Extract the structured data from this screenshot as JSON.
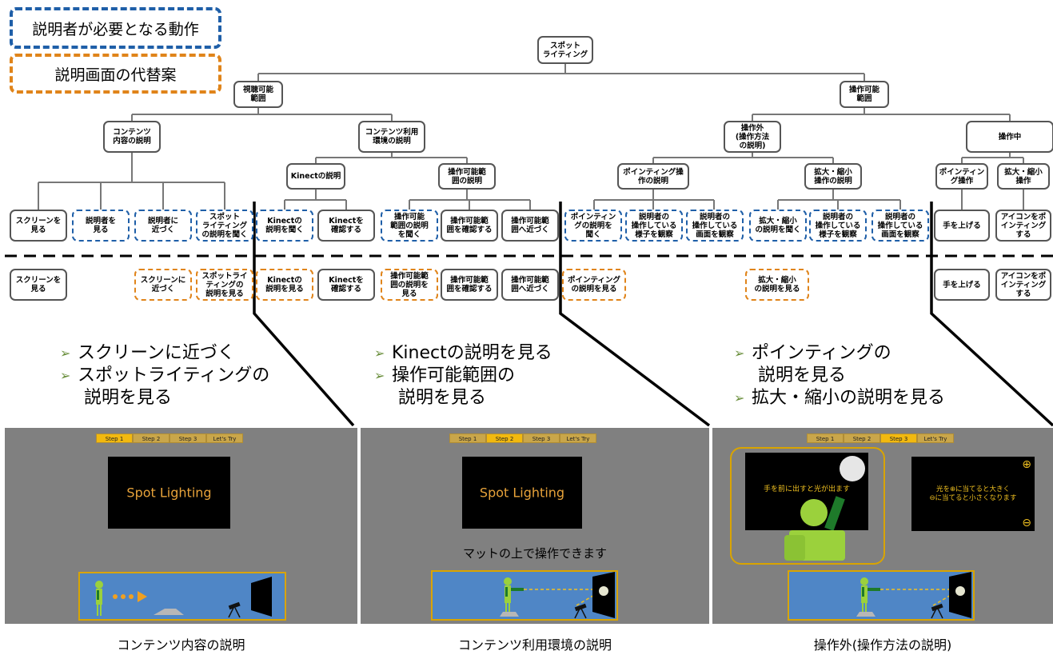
{
  "legend": {
    "required": "説明者が必要となる動作",
    "alternative": "説明画面の代替案"
  },
  "tree": {
    "root": "スポット\nライティング",
    "level1": [
      "視聴可能\n範囲",
      "操作可能\n範囲"
    ],
    "level2": [
      "コンテンツ\n内容の説明",
      "コンテンツ利用\n環境の説明",
      "操作外\n(操作方法\nの説明)",
      "操作中"
    ],
    "level3": [
      "Kinectの説明",
      "操作可能範\n囲の説明",
      "ポインティング操\n作の説明",
      "拡大・縮小\n操作の説明",
      "ポインティン\nグ操作",
      "拡大・縮小\n操作"
    ],
    "leaves": [
      "スクリーンを\n見る",
      "説明者を\n見る",
      "説明者に\n近づく",
      "スポット\nライティング\nの説明を聞く",
      "Kinectの\n説明を聞く",
      "Kinectを\n確認する",
      "操作可能\n範囲の説明\nを聞く",
      "操作可能範\n囲を確認する",
      "操作可能範\n囲へ近づく",
      "ポインティン\nグの説明を\n聞く",
      "説明者の\n操作している\n様子を観察",
      "説明者の\n操作している\n画面を観察",
      "拡大・縮小\nの説明を聞く",
      "説明者の\n操作している\n様子を観察",
      "説明者の\n操作している\n画面を観察",
      "手を上げる",
      "アイコンをポ\nインティング\nする"
    ],
    "alternatives": [
      "スクリーンを\n見る",
      "スクリーンに\n近づく",
      "スポットライ\nティングの\n説明を見る",
      "Kinectの\n説明を見る",
      "Kinectを\n確認する",
      "操作可能範\n囲の説明を\n見る",
      "操作可能範\n囲を確認する",
      "操作可能範\n囲へ近づく",
      "ポインティング\nの説明を見る",
      "拡大・縮小\nの説明を見る",
      "手を上げる",
      "アイコンをポ\nインティング\nする"
    ]
  },
  "bullets": {
    "col1": [
      "スクリーンに近づく",
      "スポットライティングの",
      "説明を見る"
    ],
    "col2": [
      "Kinectの説明を見る",
      "操作可能範囲の",
      "説明を見る"
    ],
    "col3": [
      "ポインティングの",
      "説明を見る",
      "拡大・縮小の説明を見る"
    ]
  },
  "screens": {
    "tabs": [
      "Step 1",
      "Step 2",
      "Step 3",
      "Let's Try"
    ],
    "active_tab": [
      0,
      1,
      2
    ],
    "title": "Spot Lighting",
    "mat_note": "マットの上で操作できます",
    "hand_note": "手を前に出すと光が出ます",
    "zoom_note_1": "光を⊕に当てると大きく",
    "zoom_note_2": "⊖に当てると小さくなります",
    "plus_icon": "⊕",
    "minus_icon": "⊖"
  },
  "captions": [
    "コンテンツ内容の説明",
    "コンテンツ利用環境の説明",
    "操作外(操作方法の説明)"
  ],
  "colors": {
    "required": "#1f5fa8",
    "alternative": "#e0841a",
    "screen_bg": "#808080",
    "room": "#4f86c6",
    "tab_active": "#f2b90f"
  }
}
